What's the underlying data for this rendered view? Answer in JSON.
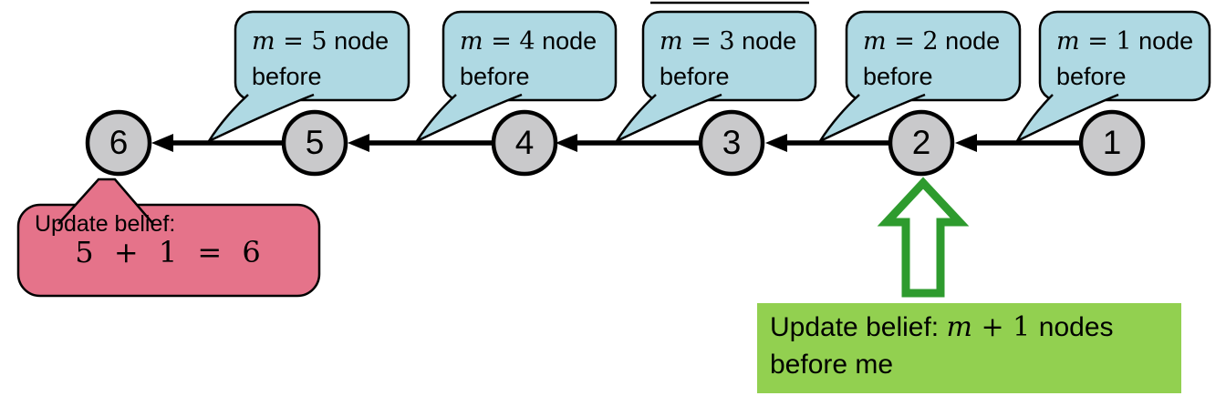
{
  "nodes": [
    {
      "label": "6"
    },
    {
      "label": "5"
    },
    {
      "label": "4"
    },
    {
      "label": "3"
    },
    {
      "label": "2"
    },
    {
      "label": "1"
    }
  ],
  "callouts": [
    {
      "var": "m",
      "eq": " = 5",
      "rest": " node",
      "line2": "before"
    },
    {
      "var": "m",
      "eq": " = 4",
      "rest": " node",
      "line2": "before"
    },
    {
      "var": "m",
      "eq": " = 3",
      "rest": " node",
      "line2": "before"
    },
    {
      "var": "m",
      "eq": " = 2",
      "rest": " node",
      "line2": "before"
    },
    {
      "var": "m",
      "eq": " = 1",
      "rest": " node",
      "line2": "before"
    }
  ],
  "belief_callout": {
    "line1": "Update belief:",
    "equation": "5 + 1 = 6"
  },
  "belief_box": {
    "prefix": "Update belief: ",
    "var": "m",
    "op": " + 1 ",
    "suffix": "nodes",
    "line2": "before me"
  },
  "icons": {
    "up_arrow": "hollow-up-block-arrow"
  },
  "colors": {
    "callout_fill": "#afd9e3",
    "node_fill": "#c9c9cb",
    "pink_fill": "#e5738a",
    "green_box": "#92d050",
    "green_arrow": "#2e9b2e",
    "stroke": "#000000"
  }
}
